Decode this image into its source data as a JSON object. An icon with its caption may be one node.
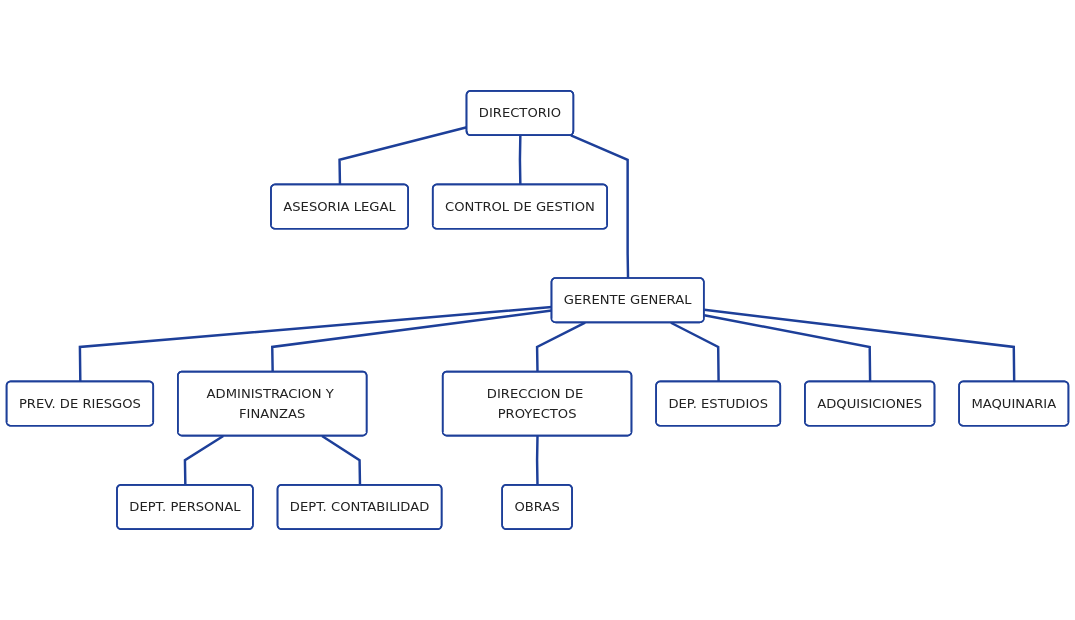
{
  "diagram": {
    "nodes": [
      {
        "text": [
          "DIRECTORIO"
        ]
      },
      {
        "text": [
          "ASESORIA LEGAL"
        ]
      },
      {
        "text": [
          "CONTROL DE GESTION"
        ]
      },
      {
        "text": [
          "GERENTE GENERAL"
        ]
      },
      {
        "text": [
          "PREV. DE RIESGOS"
        ]
      },
      {
        "text": [
          "ADMINISTRACION Y FINANZAS"
        ]
      },
      {
        "text": [
          "DIRECCION DE PROYECTOS"
        ]
      },
      {
        "text": [
          "DEP. ESTUDIOS"
        ]
      },
      {
        "text": [
          "ADQUISICIONES"
        ]
      },
      {
        "text": [
          "MAQUINARIA"
        ]
      },
      {
        "text": [
          "DEPT. PERSONAL"
        ]
      },
      {
        "text": [
          "DEPT. CONTABILIDAD"
        ]
      },
      {
        "text": [
          "OBRAS"
        ]
      }
    ],
    "edges": [
      {
        "from": 0,
        "to": 1,
        "arrow": "none"
      },
      {
        "from": 0,
        "to": 2,
        "arrow": "none"
      },
      {
        "from": 0,
        "to": 3,
        "arrow": "none"
      },
      {
        "from": 3,
        "to": 4,
        "arrow": "none"
      },
      {
        "from": 3,
        "to": 5,
        "arrow": "none"
      },
      {
        "from": 3,
        "to": 6,
        "arrow": "none"
      },
      {
        "from": 3,
        "to": 7,
        "arrow": "none"
      },
      {
        "from": 3,
        "to": 8,
        "arrow": "none"
      },
      {
        "from": 3,
        "to": 9,
        "arrow": "none"
      },
      {
        "from": 5,
        "to": 10,
        "arrow": "none"
      },
      {
        "from": 5,
        "to": 11,
        "arrow": "none"
      },
      {
        "from": 6,
        "to": 12,
        "arrow": "none"
      }
    ]
  }
}
